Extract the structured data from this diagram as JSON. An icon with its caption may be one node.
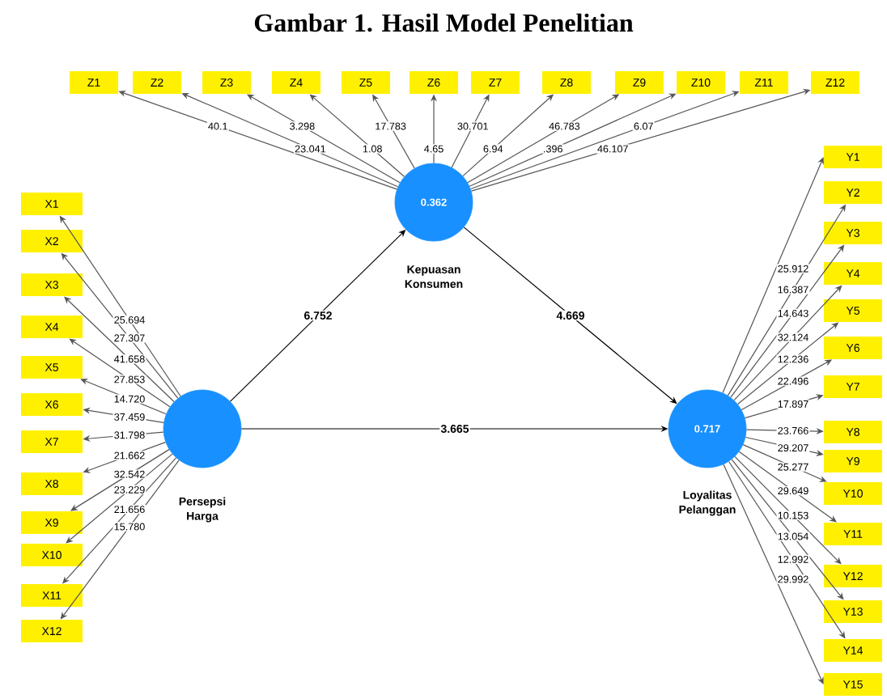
{
  "diagram": {
    "title": "Gambar 1. Hasil Model Penelitian",
    "nodes": [
      {
        "text": [
          "0.362"
        ],
        "beside": [
          "Kepuasan Konsumen"
        ]
      },
      {
        "text": [],
        "shape": "circle",
        "beside": [
          "Persepsi Harga"
        ]
      },
      {
        "text": [
          "0.717"
        ],
        "beside": [
          "Loyalitas Pelanggan"
        ]
      },
      {
        "text": [
          "Z1"
        ]
      },
      {
        "text": [
          "Z2"
        ]
      },
      {
        "text": [
          "Z3"
        ]
      },
      {
        "text": [
          "Z4"
        ]
      },
      {
        "text": [
          "Z5"
        ]
      },
      {
        "text": [
          "Z6"
        ]
      },
      {
        "text": [
          "Z7"
        ]
      },
      {
        "text": [
          "Z8"
        ]
      },
      {
        "text": [
          "Z9"
        ]
      },
      {
        "text": [
          "Z10"
        ]
      },
      {
        "text": [
          "Z11"
        ]
      },
      {
        "text": [
          "Z12"
        ]
      },
      {
        "text": [
          "X1"
        ]
      },
      {
        "text": [
          "X2"
        ]
      },
      {
        "text": [
          "X3"
        ]
      },
      {
        "text": [
          "X4"
        ]
      },
      {
        "text": [
          "X5"
        ]
      },
      {
        "text": [
          "X6"
        ]
      },
      {
        "text": [
          "X7"
        ]
      },
      {
        "text": [
          "X8"
        ]
      },
      {
        "text": [
          "X9"
        ]
      },
      {
        "text": [
          "X10"
        ]
      },
      {
        "text": [
          "X11"
        ]
      },
      {
        "text": [
          "X12"
        ]
      },
      {
        "text": [
          "Y1"
        ]
      },
      {
        "text": [
          "Y2"
        ]
      },
      {
        "text": [
          "Y3"
        ]
      },
      {
        "text": [
          "Y4"
        ]
      },
      {
        "text": [
          "Y5"
        ]
      },
      {
        "text": [
          "Y6"
        ]
      },
      {
        "text": [
          "Y7"
        ]
      },
      {
        "text": [
          "Y8"
        ]
      },
      {
        "text": [
          "Y9"
        ]
      },
      {
        "text": [
          "Y10"
        ]
      },
      {
        "text": [
          "Y11"
        ]
      },
      {
        "text": [
          "Y12"
        ]
      },
      {
        "text": [
          "Y13"
        ]
      },
      {
        "text": [
          "Y14"
        ]
      },
      {
        "text": [
          "Y15"
        ]
      }
    ],
    "edges": [
      {
        "from": 1,
        "to": 0,
        "arrow": "to",
        "label": "6.752",
        "color": "#000000"
      },
      {
        "from": 0,
        "to": 2,
        "arrow": "to",
        "label": "4.669",
        "color": "#000000"
      },
      {
        "from": 1,
        "to": 2,
        "arrow": "to",
        "label": "3.665",
        "color": "#000000"
      },
      {
        "from": 0,
        "to": 3,
        "arrow": "to",
        "label": "40.1"
      },
      {
        "from": 0,
        "to": 4,
        "arrow": "to",
        "label": "23.041"
      },
      {
        "from": 0,
        "to": 5,
        "arrow": "to",
        "label": "3.298"
      },
      {
        "from": 0,
        "to": 6,
        "arrow": "to",
        "label": "1.08"
      },
      {
        "from": 0,
        "to": 7,
        "arrow": "to",
        "label": "17.783"
      },
      {
        "from": 0,
        "to": 8,
        "arrow": "to",
        "label": "4.65"
      },
      {
        "from": 0,
        "to": 9,
        "arrow": "to",
        "label": "30.701"
      },
      {
        "from": 0,
        "to": 10,
        "arrow": "to",
        "label": "6.94"
      },
      {
        "from": 0,
        "to": 11,
        "arrow": "to",
        "label": "46.783"
      },
      {
        "from": 0,
        "to": 12,
        "arrow": "to",
        "label": ".396"
      },
      {
        "from": 0,
        "to": 13,
        "arrow": "to",
        "label": "6.07"
      },
      {
        "from": 0,
        "to": 14,
        "arrow": "to",
        "label": "46.107"
      },
      {
        "from": 1,
        "to": 15,
        "arrow": "to",
        "label": "25.694"
      },
      {
        "from": 1,
        "to": 16,
        "arrow": "to",
        "label": "27.307"
      },
      {
        "from": 1,
        "to": 17,
        "arrow": "to",
        "label": "41.658"
      },
      {
        "from": 1,
        "to": 18,
        "arrow": "to",
        "label": "27.853"
      },
      {
        "from": 1,
        "to": 19,
        "arrow": "to",
        "label": "14.720"
      },
      {
        "from": 1,
        "to": 20,
        "arrow": "to",
        "label": "37.459"
      },
      {
        "from": 1,
        "to": 21,
        "arrow": "to",
        "label": "31.798"
      },
      {
        "from": 1,
        "to": 22,
        "arrow": "to",
        "label": "21.662"
      },
      {
        "from": 1,
        "to": 23,
        "arrow": "to",
        "label": "32.542"
      },
      {
        "from": 1,
        "to": 24,
        "arrow": "to",
        "label": "23.229"
      },
      {
        "from": 1,
        "to": 25,
        "arrow": "to",
        "label": "21.656"
      },
      {
        "from": 1,
        "to": 26,
        "arrow": "to",
        "label": "15.780"
      },
      {
        "from": 2,
        "to": 27,
        "arrow": "to",
        "label": "25.912"
      },
      {
        "from": 2,
        "to": 28,
        "arrow": "to",
        "label": "16.387"
      },
      {
        "from": 2,
        "to": 29,
        "arrow": "to",
        "label": "14.643"
      },
      {
        "from": 2,
        "to": 30,
        "arrow": "to",
        "label": "32.124"
      },
      {
        "from": 2,
        "to": 31,
        "arrow": "to",
        "label": "12.236"
      },
      {
        "from": 2,
        "to": 32,
        "arrow": "to",
        "label": "22.496"
      },
      {
        "from": 2,
        "to": 33,
        "arrow": "to",
        "label": "17.897"
      },
      {
        "from": 2,
        "to": 34,
        "arrow": "to",
        "label": "23.766"
      },
      {
        "from": 2,
        "to": 35,
        "arrow": "to",
        "label": "29.207"
      },
      {
        "from": 2,
        "to": 36,
        "arrow": "to",
        "label": "25.277"
      },
      {
        "from": 2,
        "to": 37,
        "arrow": "to",
        "label": "29.649"
      },
      {
        "from": 2,
        "to": 38,
        "arrow": "to",
        "label": "10.153"
      },
      {
        "from": 2,
        "to": 39,
        "arrow": "to",
        "label": "13.054"
      },
      {
        "from": 2,
        "to": 40,
        "arrow": "to",
        "label": "12.992"
      },
      {
        "from": 2,
        "to": 41,
        "arrow": "to",
        "label": "29.992"
      }
    ]
  }
}
